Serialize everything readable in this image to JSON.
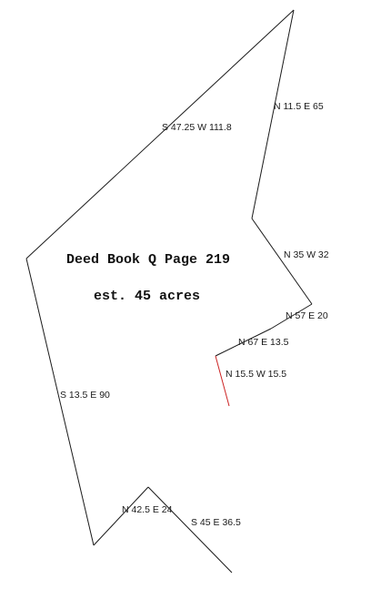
{
  "title": {
    "line1": "Deed Book Q Page 219",
    "line2": "est. 45 acres"
  },
  "calls": [
    {
      "id": "n-11-5-e-65",
      "label": "N 11.5 E 65"
    },
    {
      "id": "s-47-25-w-111-8",
      "label": "S 47.25 W 111.8"
    },
    {
      "id": "n-35-w-32",
      "label": "N 35 W 32"
    },
    {
      "id": "n-57-e-20",
      "label": "N 57 E 20"
    },
    {
      "id": "n-67-e-13-5",
      "label": "N 67 E 13.5"
    },
    {
      "id": "n-15-5-w-15-5",
      "label": "N 15.5 W 15.5",
      "color": "#cc2222"
    },
    {
      "id": "s-13-5-e-90",
      "label": "S 13.5 E 90"
    },
    {
      "id": "n-42-5-e-24",
      "label": "N 42.5 E 24"
    },
    {
      "id": "s-45-e-36-5",
      "label": "S 45 E 36.5"
    }
  ],
  "colors": {
    "line": "#1a1a1a",
    "highlight": "#cc2222"
  }
}
